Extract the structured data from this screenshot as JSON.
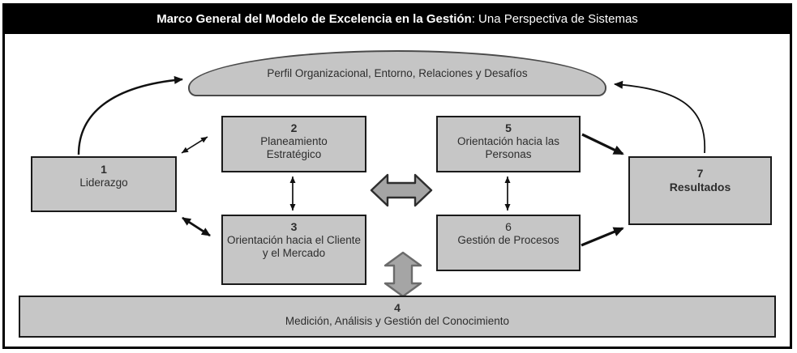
{
  "title": {
    "main": "Marco General del Modelo de Excelencia en la Gestión",
    "suffix": ": Una Perspectiva de Sistemas"
  },
  "banner": {
    "label": "Perfil Organizacional, Entorno, Relaciones y Desafíos"
  },
  "boxes": {
    "b1": {
      "number": "1",
      "label": "Liderazgo"
    },
    "b2": {
      "number": "2",
      "label": "Planeamiento Estratégico"
    },
    "b3": {
      "number": "3",
      "label": "Orientación hacia el Cliente y el Mercado"
    },
    "b4": {
      "number": "4",
      "label": "Medición, Análisis y Gestión del Conocimiento"
    },
    "b5": {
      "number": "5",
      "label": "Orientación hacia las Personas"
    },
    "b6": {
      "number": "6",
      "label": "Gestión de Procesos"
    },
    "b7": {
      "number": "7",
      "label": "Resultados"
    }
  },
  "arrows": [
    {
      "from": "liderazgo",
      "to": "perfil-banner",
      "type": "curved",
      "heads": "single"
    },
    {
      "from": "resultados",
      "to": "perfil-banner",
      "type": "curved",
      "heads": "single"
    },
    {
      "from": "liderazgo",
      "to": "planeamiento-estrategico",
      "type": "line",
      "heads": "double",
      "weight": "thin"
    },
    {
      "from": "liderazgo",
      "to": "orientacion-cliente-mercado",
      "type": "line",
      "heads": "double",
      "weight": "thick"
    },
    {
      "from": "planeamiento-estrategico",
      "to": "orientacion-cliente-mercado",
      "type": "line",
      "heads": "double",
      "weight": "thin"
    },
    {
      "from": "orientacion-personas",
      "to": "gestion-procesos",
      "type": "line",
      "heads": "double",
      "weight": "thin"
    },
    {
      "from": "orientacion-personas",
      "to": "resultados",
      "type": "line",
      "heads": "single",
      "weight": "thick"
    },
    {
      "from": "gestion-procesos",
      "to": "resultados",
      "type": "line",
      "heads": "single",
      "weight": "thick"
    },
    {
      "between": "left-column and right-column",
      "type": "block",
      "orientation": "horizontal",
      "heads": "double"
    },
    {
      "between": "center and medicion-analisis",
      "type": "block",
      "orientation": "vertical",
      "heads": "double"
    }
  ],
  "colors": {
    "title_bg": "#000000",
    "title_fg": "#ffffff",
    "box_fill": "#c6c6c6",
    "box_border": "#1a1a1a",
    "banner_fill": "#c5c5c5",
    "block_arrow_fill": "#a5a5a5",
    "text": "#2d2d2d"
  }
}
